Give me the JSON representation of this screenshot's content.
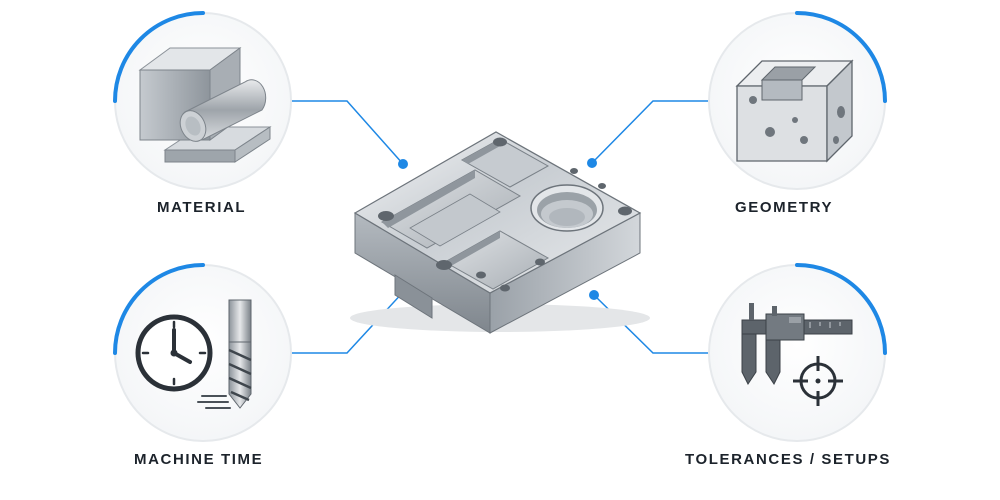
{
  "diagram": {
    "accent_color": "#1e88e5",
    "center_part": {
      "name": "machined-aluminum-block",
      "icon": "machined-part-icon"
    },
    "factors": [
      {
        "id": "material",
        "label": "MATERIAL",
        "icon": "metal-stock-icon"
      },
      {
        "id": "geometry",
        "label": "GEOMETRY",
        "icon": "pocketed-cube-icon"
      },
      {
        "id": "machine_time",
        "label": "MACHINE TIME",
        "icon": "clock-endmill-icon"
      },
      {
        "id": "tolerances_setups",
        "label": "TOLERANCES / SETUPS",
        "icon": "caliper-crosshair-icon"
      }
    ]
  }
}
